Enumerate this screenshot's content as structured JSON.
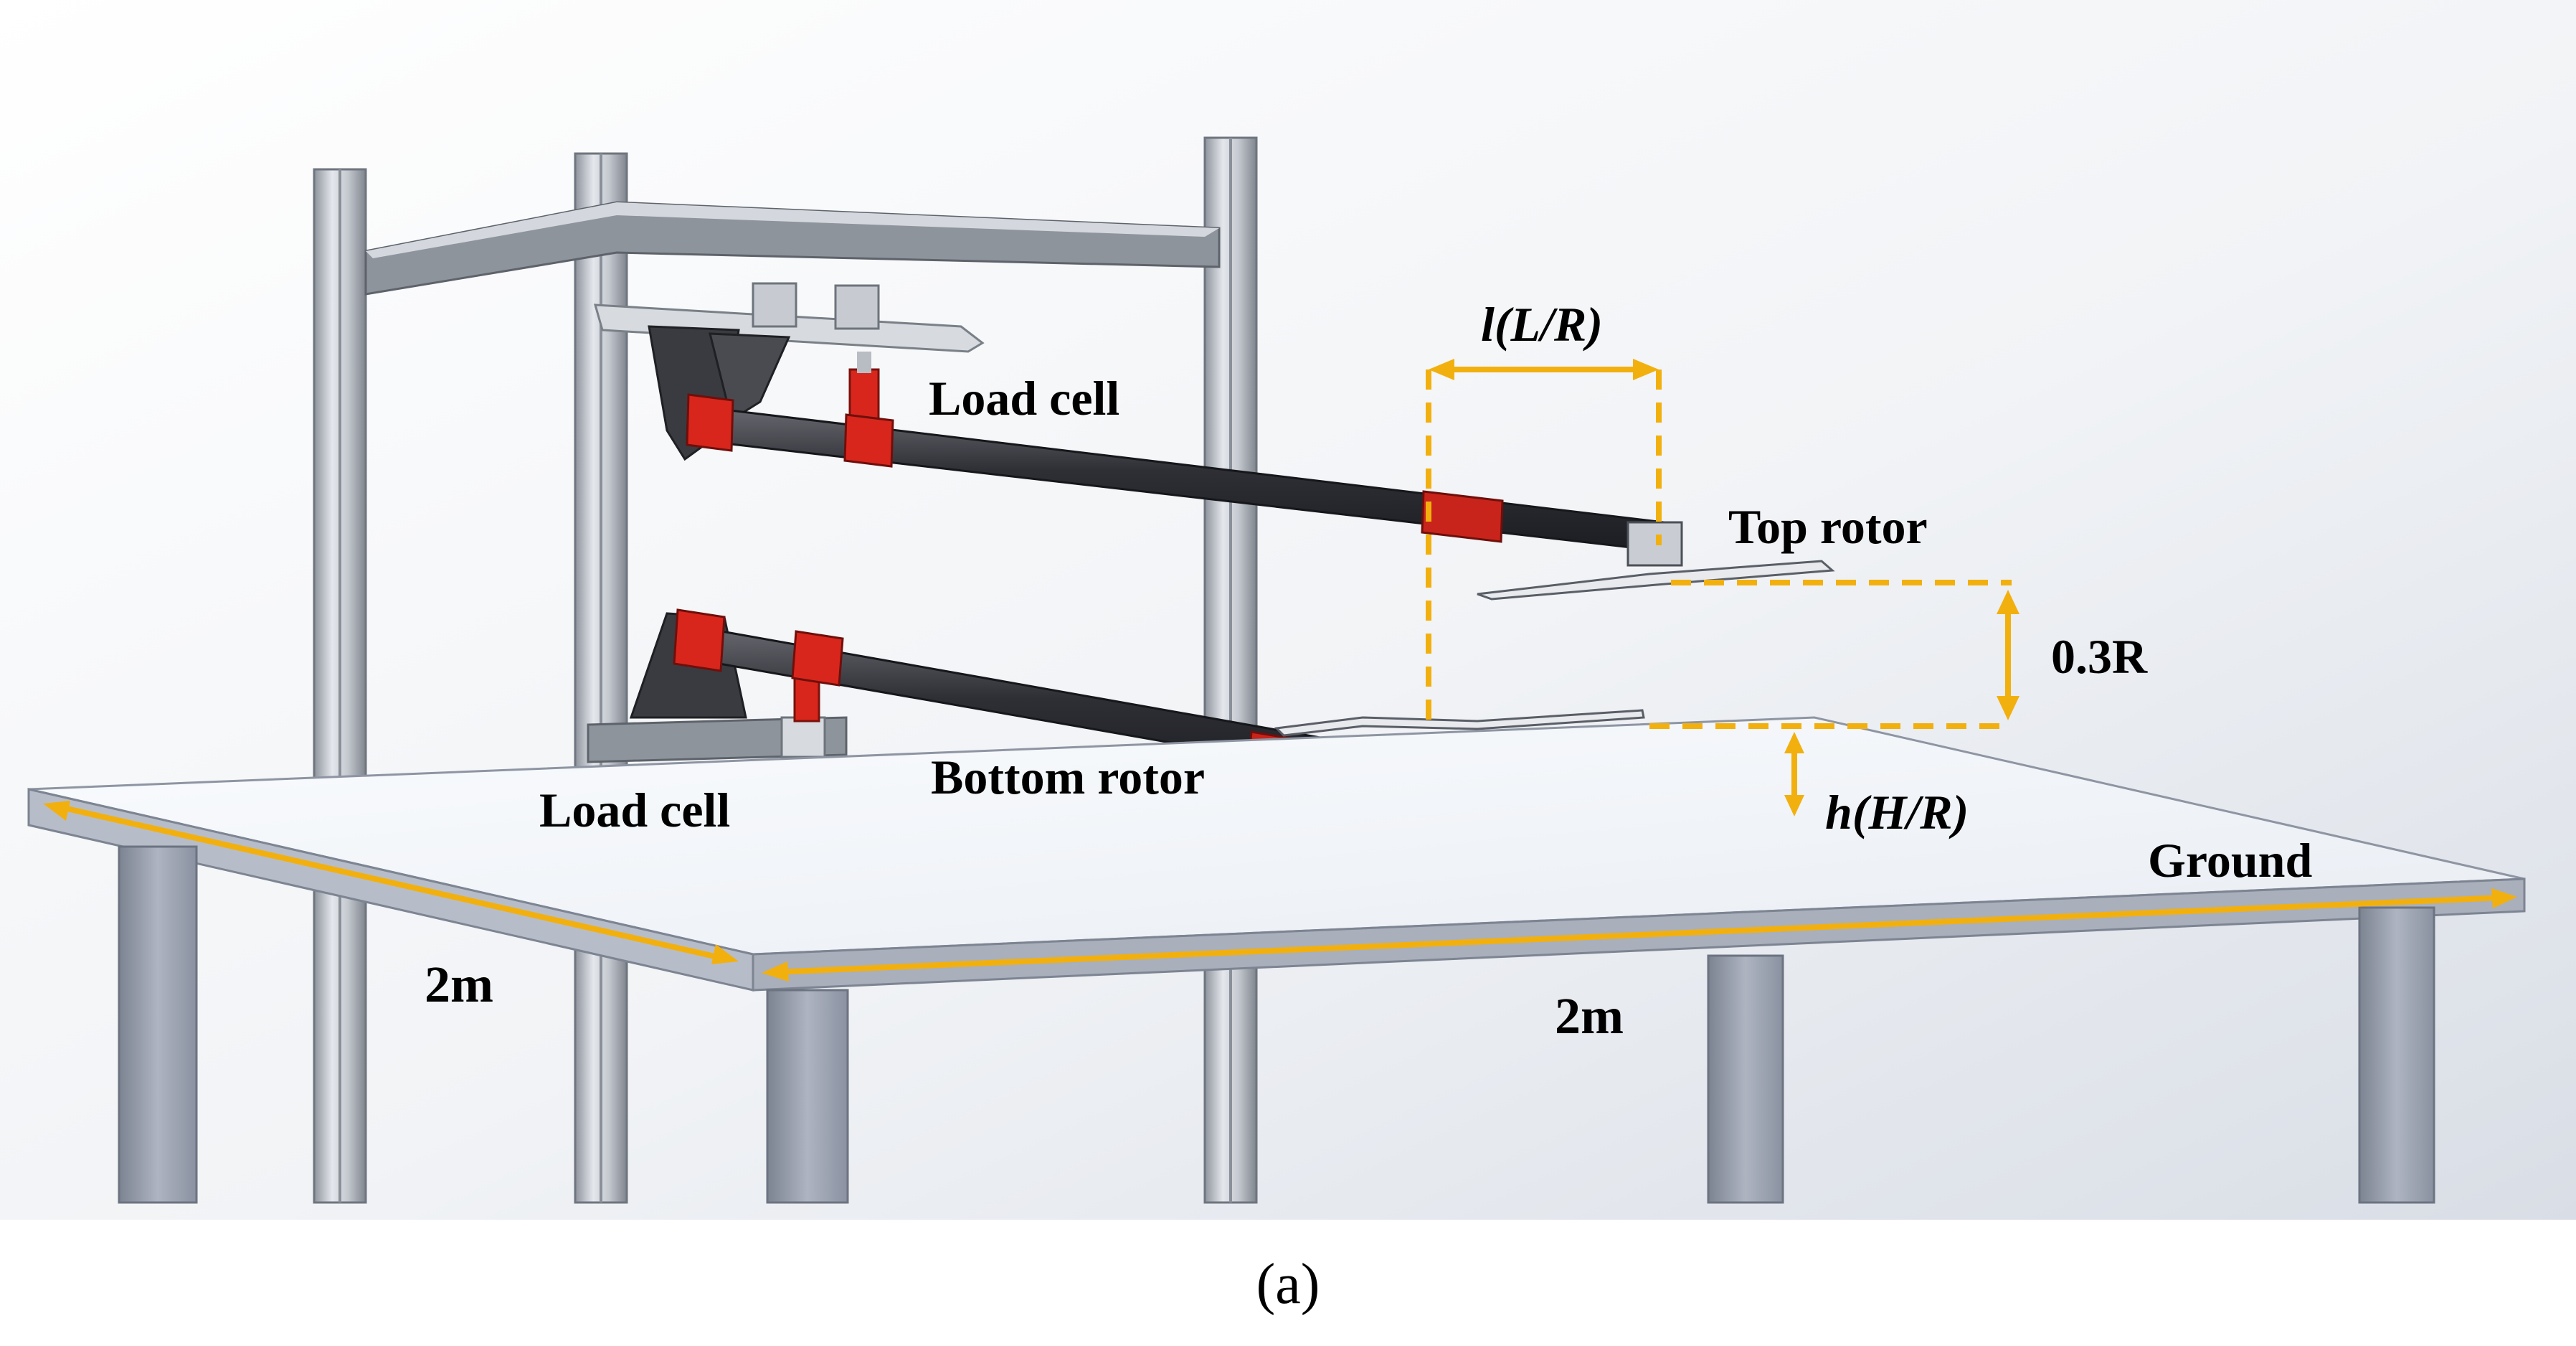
{
  "figure": {
    "labels": {
      "load_cell_top": "Load cell",
      "load_cell_bottom": "Load cell",
      "top_rotor": "Top rotor",
      "bottom_rotor": "Bottom rotor",
      "ground": "Ground",
      "rotor_spacing": "l(L/R)",
      "vertical_offset": "0.3R",
      "height": "h(H/R)",
      "table_depth": "2m",
      "table_width": "2m"
    },
    "caption": "(a)"
  },
  "colors": {
    "dimension": "#f2b00f",
    "frame": "#b9bec6",
    "frame_dark": "#7d838c",
    "tube": "#3c3d43",
    "bracket_red": "#d8261c",
    "table_top": "#f2f5f9",
    "table_edge": "#a9afbb",
    "table_leg": "#9fa6b4",
    "background_top": "#ffffff",
    "background_bottom": "#dfe3ea"
  }
}
